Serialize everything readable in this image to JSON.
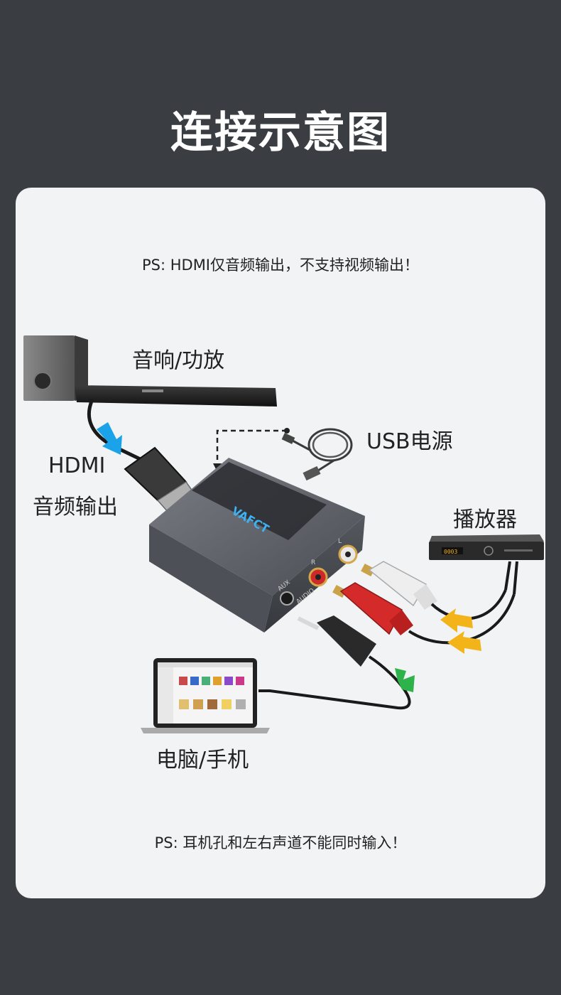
{
  "title": "连接示意图",
  "notes": {
    "top": "PS: HDMI仅音频输出，不支持视频输出！",
    "bottom": "PS: 耳机孔和左右声道不能同时输入！"
  },
  "labels": {
    "speaker": "音响/功放",
    "usb_power": "USB电源",
    "hdmi_line1": "HDMI",
    "hdmi_line2": "音频输出",
    "player": "播放器",
    "computer": "电脑/手机"
  },
  "device": {
    "brand": "VAFCT",
    "ports": [
      "AUX",
      "AUDIO",
      "R",
      "L"
    ]
  },
  "player_display": "0003",
  "colors": {
    "background": "#3a3e42",
    "card": "#f1f3f5",
    "hdmi_arrow": "#1aa3e8",
    "rca_arrow": "#f3b41a",
    "aux_arrow": "#2db34a",
    "rca_red": "#d42a2a",
    "rca_white": "#eeeeee"
  }
}
